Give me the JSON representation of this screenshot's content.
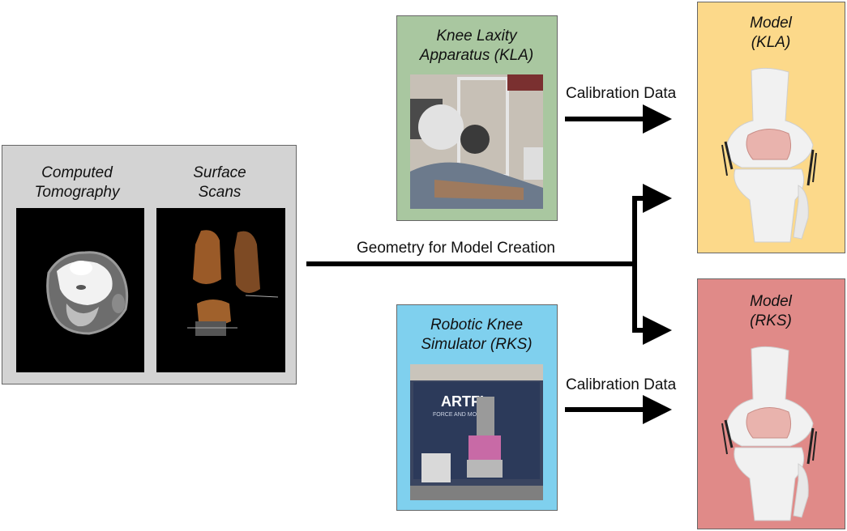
{
  "imaging": {
    "ct": {
      "title_line1": "Computed",
      "title_line2": "Tomography"
    },
    "scans": {
      "title_line1": "Surface",
      "title_line2": "Scans"
    }
  },
  "kla": {
    "title_line1": "Knee Laxity",
    "title_line2": "Apparatus (KLA)"
  },
  "rks": {
    "title_line1": "Robotic Knee",
    "title_line2": "Simulator (RKS)"
  },
  "model_kla": {
    "title_line1": "Model",
    "title_line2": "(KLA)"
  },
  "model_rks": {
    "title_line1": "Model",
    "title_line2": "(RKS)"
  },
  "labels": {
    "calibration_top": "Calibration Data",
    "calibration_bottom": "Calibration Data",
    "geometry": "Geometry for Model Creation"
  },
  "photo_text": {
    "artifi": "ARTFI",
    "force": "FORCE AND MOTION"
  },
  "colors": {
    "imaging_panel": "#d3d3d3",
    "kla_panel": "#a9c7a0",
    "rks_panel": "#7fd0ee",
    "model_kla_panel": "#fcd98a",
    "model_rks_panel": "#e08a88"
  }
}
